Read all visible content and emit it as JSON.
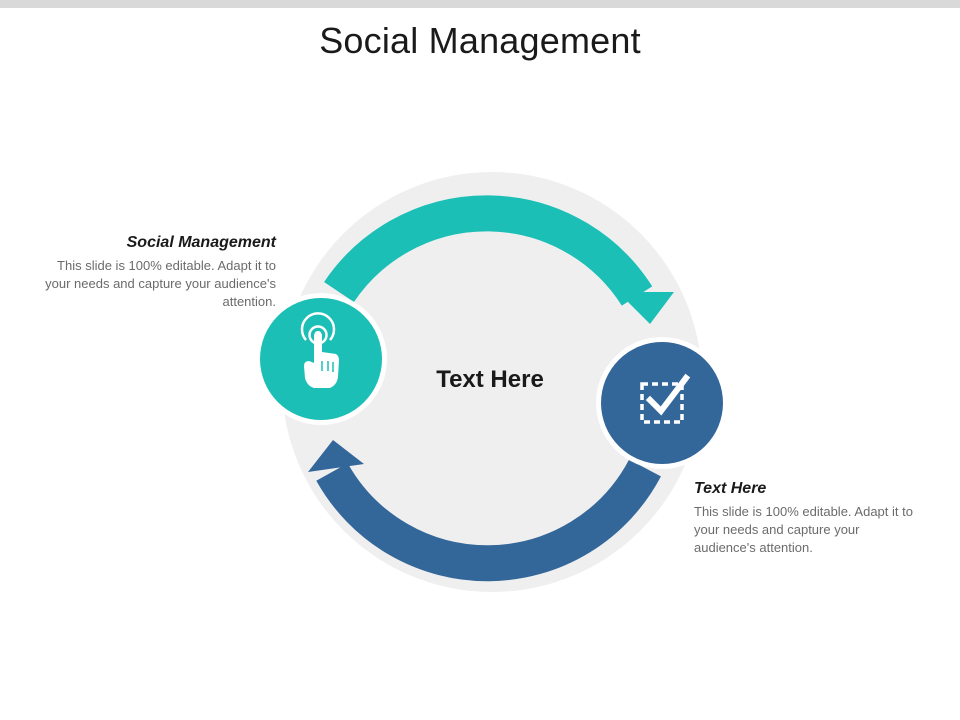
{
  "slide": {
    "title": "Social Management",
    "center_text": "Text Here"
  },
  "callouts": [
    {
      "title": "Social Management",
      "body": "This slide is 100% editable. Adapt it to your needs and capture your audience's attention."
    },
    {
      "title": "Text Here",
      "body": "This slide is 100% editable. Adapt it to your needs and capture your audience's attention."
    }
  ],
  "icons": [
    "touch-hand-icon",
    "checkbox-check-icon"
  ],
  "colors": {
    "teal": "#1bbfb6",
    "blue": "#336699",
    "ring_background": "#efefef",
    "top_bar": "#d9d9d9"
  }
}
